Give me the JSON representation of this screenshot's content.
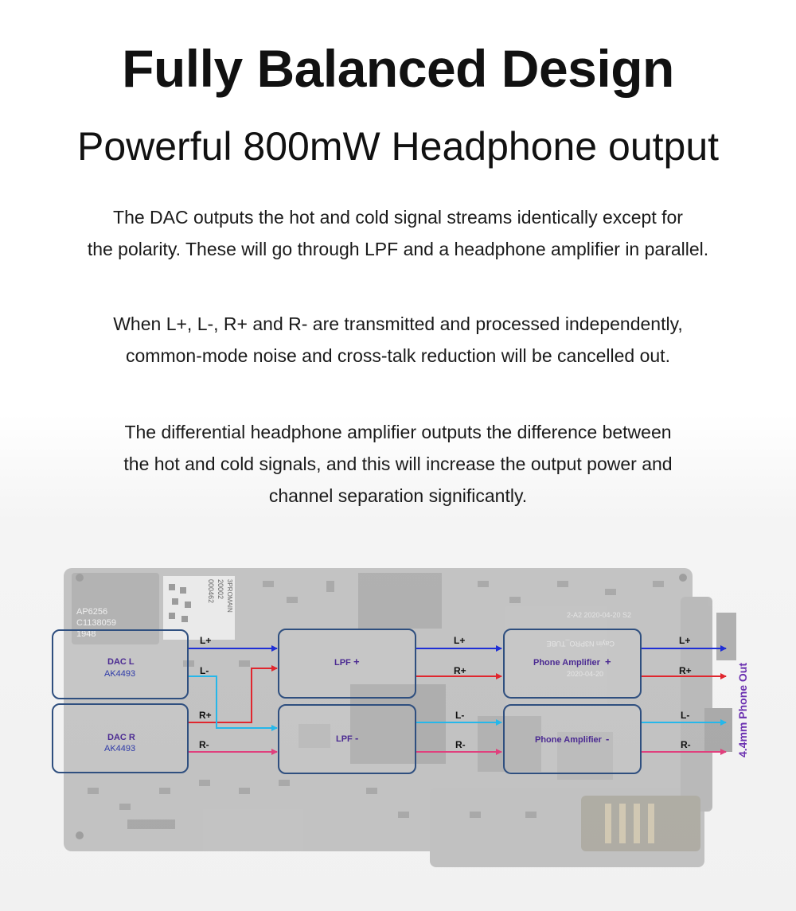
{
  "title": "Fully Balanced Design",
  "subtitle": "Powerful 800mW Headphone output",
  "paragraphs": {
    "p1": [
      "The DAC outputs the hot and cold signal streams identically except for",
      "the polarity. These will go through LPF and a headphone amplifier in parallel."
    ],
    "p2": [
      "When L+, L-, R+ and R- are transmitted and processed independently,",
      "common-mode noise and cross-talk reduction will be cancelled out."
    ],
    "p3": [
      "The differential headphone amplifier outputs the difference between",
      "the hot and cold signals, and this will increase the output power and",
      "channel separation significantly."
    ]
  },
  "board_print": {
    "chip": [
      "AP6256",
      "C1138059",
      "1948"
    ],
    "qr_label": "000462",
    "vertical": "3PROMAIN",
    "code": "20002",
    "rev": "2-A2 2020-04-20 S2",
    "mirror": "Cayin N3PRO_TUBE",
    "small": "2020-04-20"
  },
  "diagram": {
    "dac_l": {
      "name": "DAC L",
      "chip": "AK4493"
    },
    "dac_r": {
      "name": "DAC R",
      "chip": "AK4493"
    },
    "lpf_pos": "LPF",
    "lpf_neg": "LPF",
    "amp_pos": "Phone Amplifier",
    "amp_neg": "Phone Amplifier",
    "output_label": "4.4mm Phone Out",
    "signals": {
      "l_pos": "L+",
      "l_neg": "L-",
      "r_pos": "R+",
      "r_neg": "R-"
    },
    "plus_sign": "+",
    "minus_sign": "-",
    "colors": {
      "box_stroke": "#2f4f7f",
      "label": "#4b2a92",
      "chip_label": "#2e3aa8",
      "l_pos": "#1f2fd6",
      "r_pos": "#e0262e",
      "l_neg": "#25b7ea",
      "r_neg": "#e0407d",
      "output": "#6a2fb0"
    }
  }
}
